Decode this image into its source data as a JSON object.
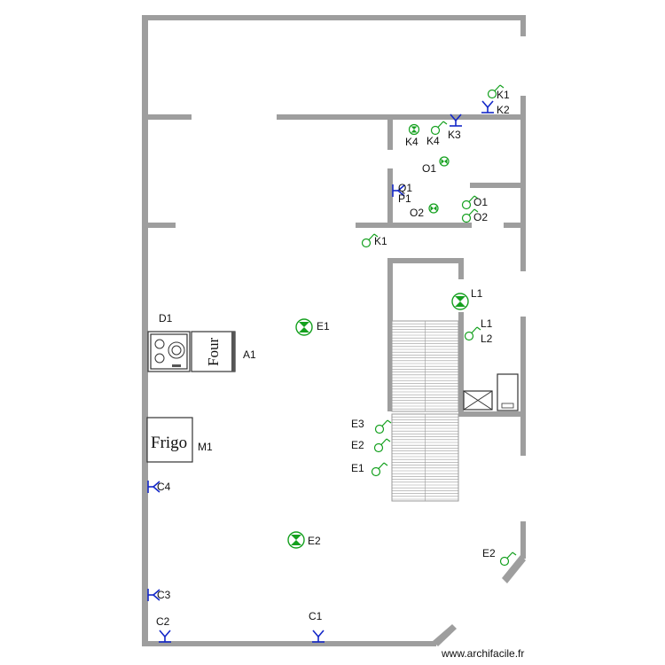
{
  "appliances": {
    "four": "Four",
    "frigo": "Frigo"
  },
  "labels": {
    "D1": "D1",
    "A1": "A1",
    "M1": "M1",
    "E1_light": "E1",
    "E2_light": "E2",
    "L1_light": "L1",
    "L1_switch": "L1",
    "L2_switch": "L2",
    "E3_switch": "E3",
    "E2_switch": "E2",
    "E1_switch": "E1",
    "E2_switch_right": "E2",
    "K1_top": "K1",
    "K2": "K2",
    "K4_light": "K4",
    "K4_switch": "K4",
    "K3": "K3",
    "O1_light": "O1",
    "Q1": "Q1",
    "P1": "P1",
    "O2_light": "O2",
    "O1_switch": "O1",
    "O2_switch": "O2",
    "K1_mid": "K1",
    "C4": "C4",
    "C3": "C3",
    "C2": "C2",
    "C1": "C1"
  },
  "watermark": "www.archifacile.fr",
  "colors": {
    "wall": "#9e9e9e",
    "electrical_green": "#14a01e",
    "socket_blue": "#1428c8"
  }
}
